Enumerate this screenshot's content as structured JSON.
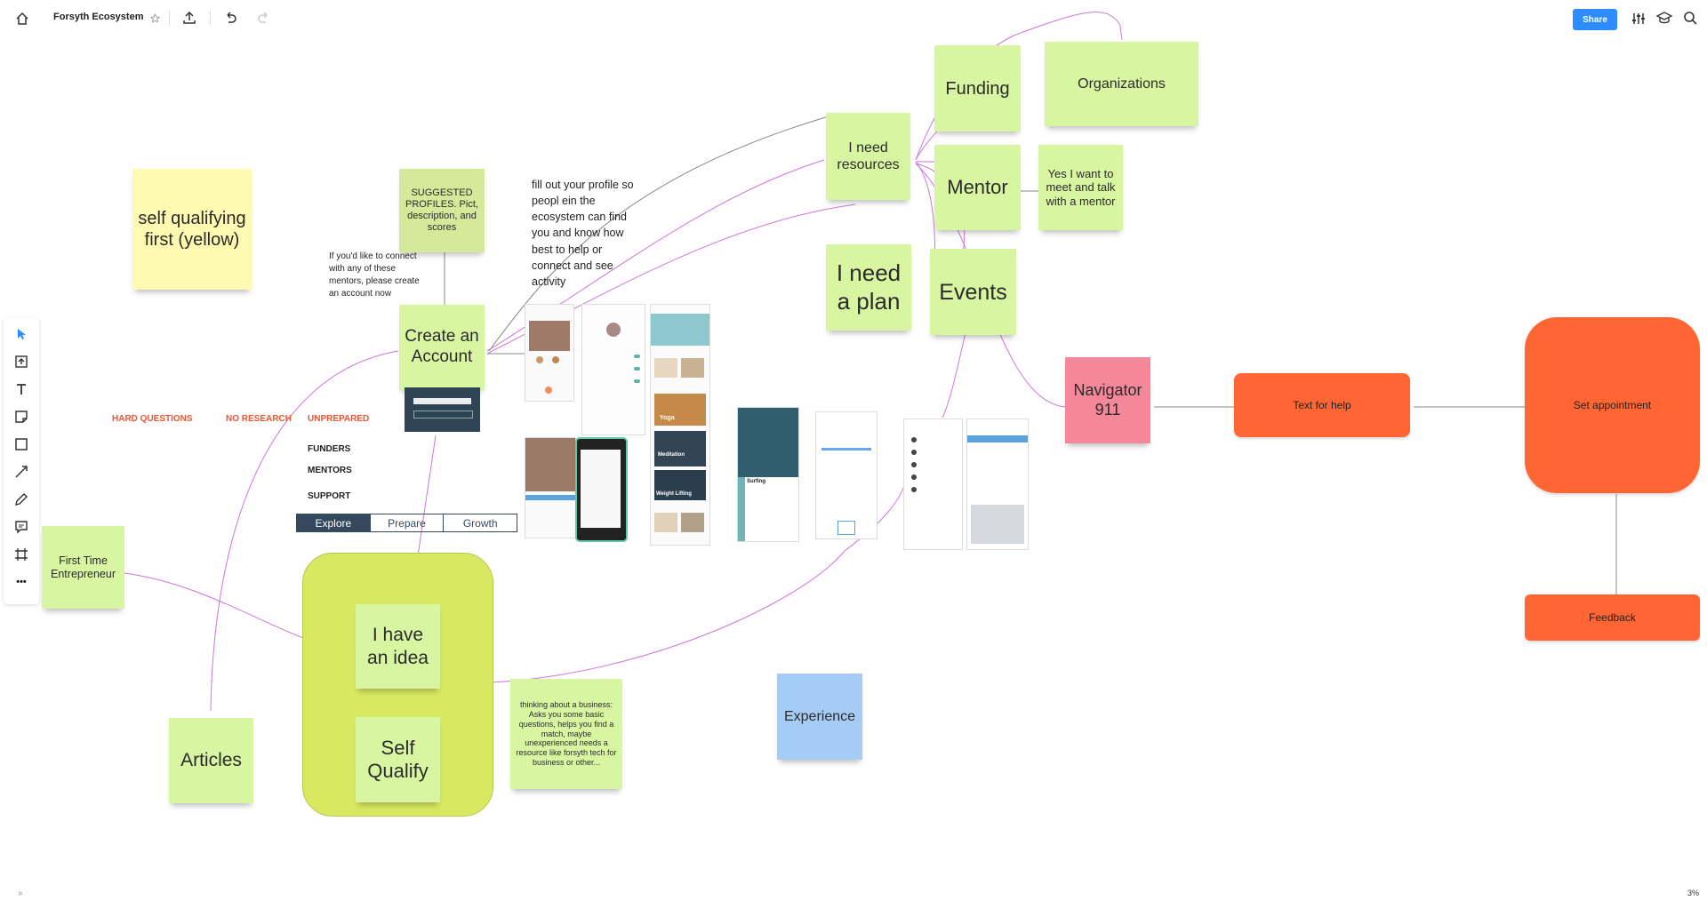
{
  "header": {
    "board_title": "Forsyth Ecosystem",
    "share_label": "Share",
    "icons": [
      "home-icon",
      "star-icon",
      "upload-icon",
      "undo-icon",
      "redo-icon",
      "settings-sliders-icon",
      "learn-cap-icon",
      "search-icon"
    ]
  },
  "toolbar": {
    "tools": [
      "select-arrow-icon",
      "frame-upload-icon",
      "text-icon",
      "sticky-note-icon",
      "shape-icon",
      "connection-line-icon",
      "pen-icon",
      "comment-icon",
      "frame-icon",
      "more-icon"
    ],
    "more_label": "•••"
  },
  "stickies": {
    "self_qualifying": "self qualifying first (yellow)",
    "suggested_profiles": "SUGGESTED PROFILES. Pict, description, and scores",
    "create_account": "Create an Account",
    "first_time": "First Time Entrepreneur",
    "articles": "Articles",
    "have_idea": "I have an idea",
    "self_qualify": "Self Qualify",
    "thinking": "thinking about a business: Asks you some basic questions, helps you find a match, maybe unexperienced needs a resource like forsyth tech for business or other...",
    "experience": "Experience",
    "i_need_resources": "I need resources",
    "funding": "Funding",
    "organizations": "Organizations",
    "mentor": "Mentor",
    "yes_mentor": "Yes I want to meet and talk with a mentor",
    "i_need_plan": "I need a plan",
    "events": "Events",
    "navigator": "Navigator 911"
  },
  "shapes": {
    "text_for_help": "Text for help",
    "set_appointment": "Set appointment",
    "feedback": "Feedback"
  },
  "texts": {
    "connect_mentors": "If you'd like to connect with any of these mentors, please create an account now",
    "fill_profile": "fill out your profile so peopl ein the ecosystem can find you and know how best to help or connect and see activity",
    "hard_questions": "HARD QUESTIONS",
    "no_research": "NO RESEARCH",
    "unprepared": "UNPREPARED",
    "funders": "FUNDERS",
    "mentors": "MENTORS",
    "support": "SUPPORT"
  },
  "segmented": [
    "Explore",
    "Prepare",
    "Growth"
  ],
  "segmented_active": "Explore",
  "mock_texts": {
    "surfing": "Surfing",
    "yoga": "Yoga",
    "meditation": "Meditation",
    "weight_lifting": "Weight Lifting"
  },
  "footer": {
    "zoom": "3%",
    "collapse": "»"
  },
  "colors": {
    "sticky_green": "#d8f5a2",
    "sticky_yellow": "#fff9b1",
    "sticky_blue": "#a6ccf5",
    "sticky_pink": "#f4879a",
    "shape_orange": "#ff6633",
    "frame_lime": "#d8e860",
    "accent_red": "#f2542d",
    "share_blue": "#2d8cff"
  }
}
